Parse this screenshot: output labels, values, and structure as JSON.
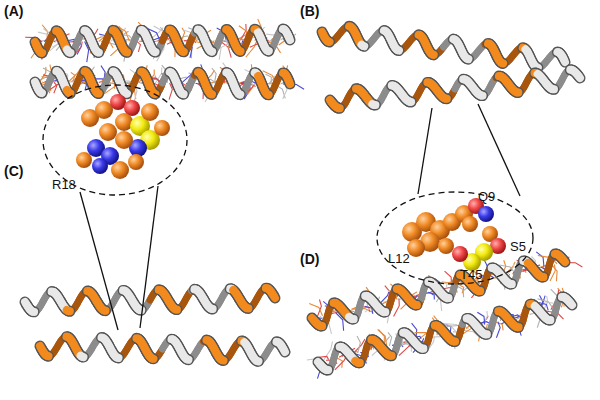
{
  "diagram": {
    "labels": [
      "(A)",
      "(B)",
      "(C)",
      "(D)",
      "Q9",
      "S5",
      "L12",
      "T45",
      "R18"
    ]
  }
}
